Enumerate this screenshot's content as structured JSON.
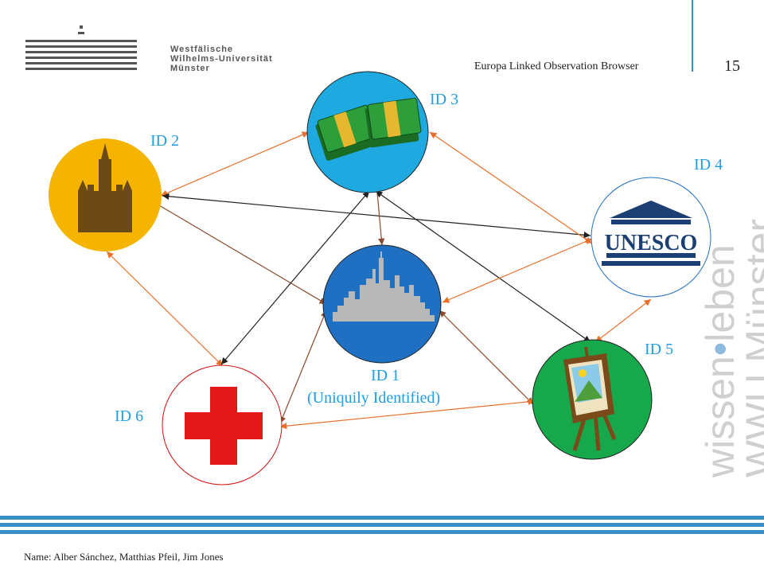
{
  "header": {
    "logo_line1": "Westfälische",
    "logo_line2": "Wilhelms-Universität",
    "logo_line3": "Münster",
    "subtitle": "Europa Linked Observation Browser",
    "page_number": "15"
  },
  "watermark": {
    "line1_a": "wissen",
    "line1_dot": "•",
    "line1_b": "leben",
    "line2": "WWU Münster"
  },
  "nodes": [
    {
      "id": "id1",
      "label": "ID 1",
      "sublabel": "(Uniquily Identified)",
      "icon": "skyline-icon",
      "fill": "#1f6fc2"
    },
    {
      "id": "id2",
      "label": "ID  2",
      "icon": "town-hall-icon",
      "fill": "#f4b400"
    },
    {
      "id": "id3",
      "label": "ID  3",
      "icon": "money-icon",
      "fill": "#1ea9e1"
    },
    {
      "id": "id4",
      "label": "ID  4",
      "icon": "unesco-icon",
      "fill": "#ffffff"
    },
    {
      "id": "id5",
      "label": "ID  5",
      "icon": "easel-icon",
      "fill": "#16a84a"
    },
    {
      "id": "id6",
      "label": "ID  6",
      "icon": "red-cross-icon",
      "fill": "#ffffff"
    }
  ],
  "unesco_text": "UNESCO",
  "colors": {
    "orange_link": "#e8702a",
    "dark_link": "#222222",
    "brown_link": "#8b4a2b",
    "accent_blue": "#3a8fc7",
    "label_blue": "#1f9ee3"
  },
  "footer": {
    "names": "Name: Alber Sánchez, Matthias Pfeil, Jim Jones"
  }
}
